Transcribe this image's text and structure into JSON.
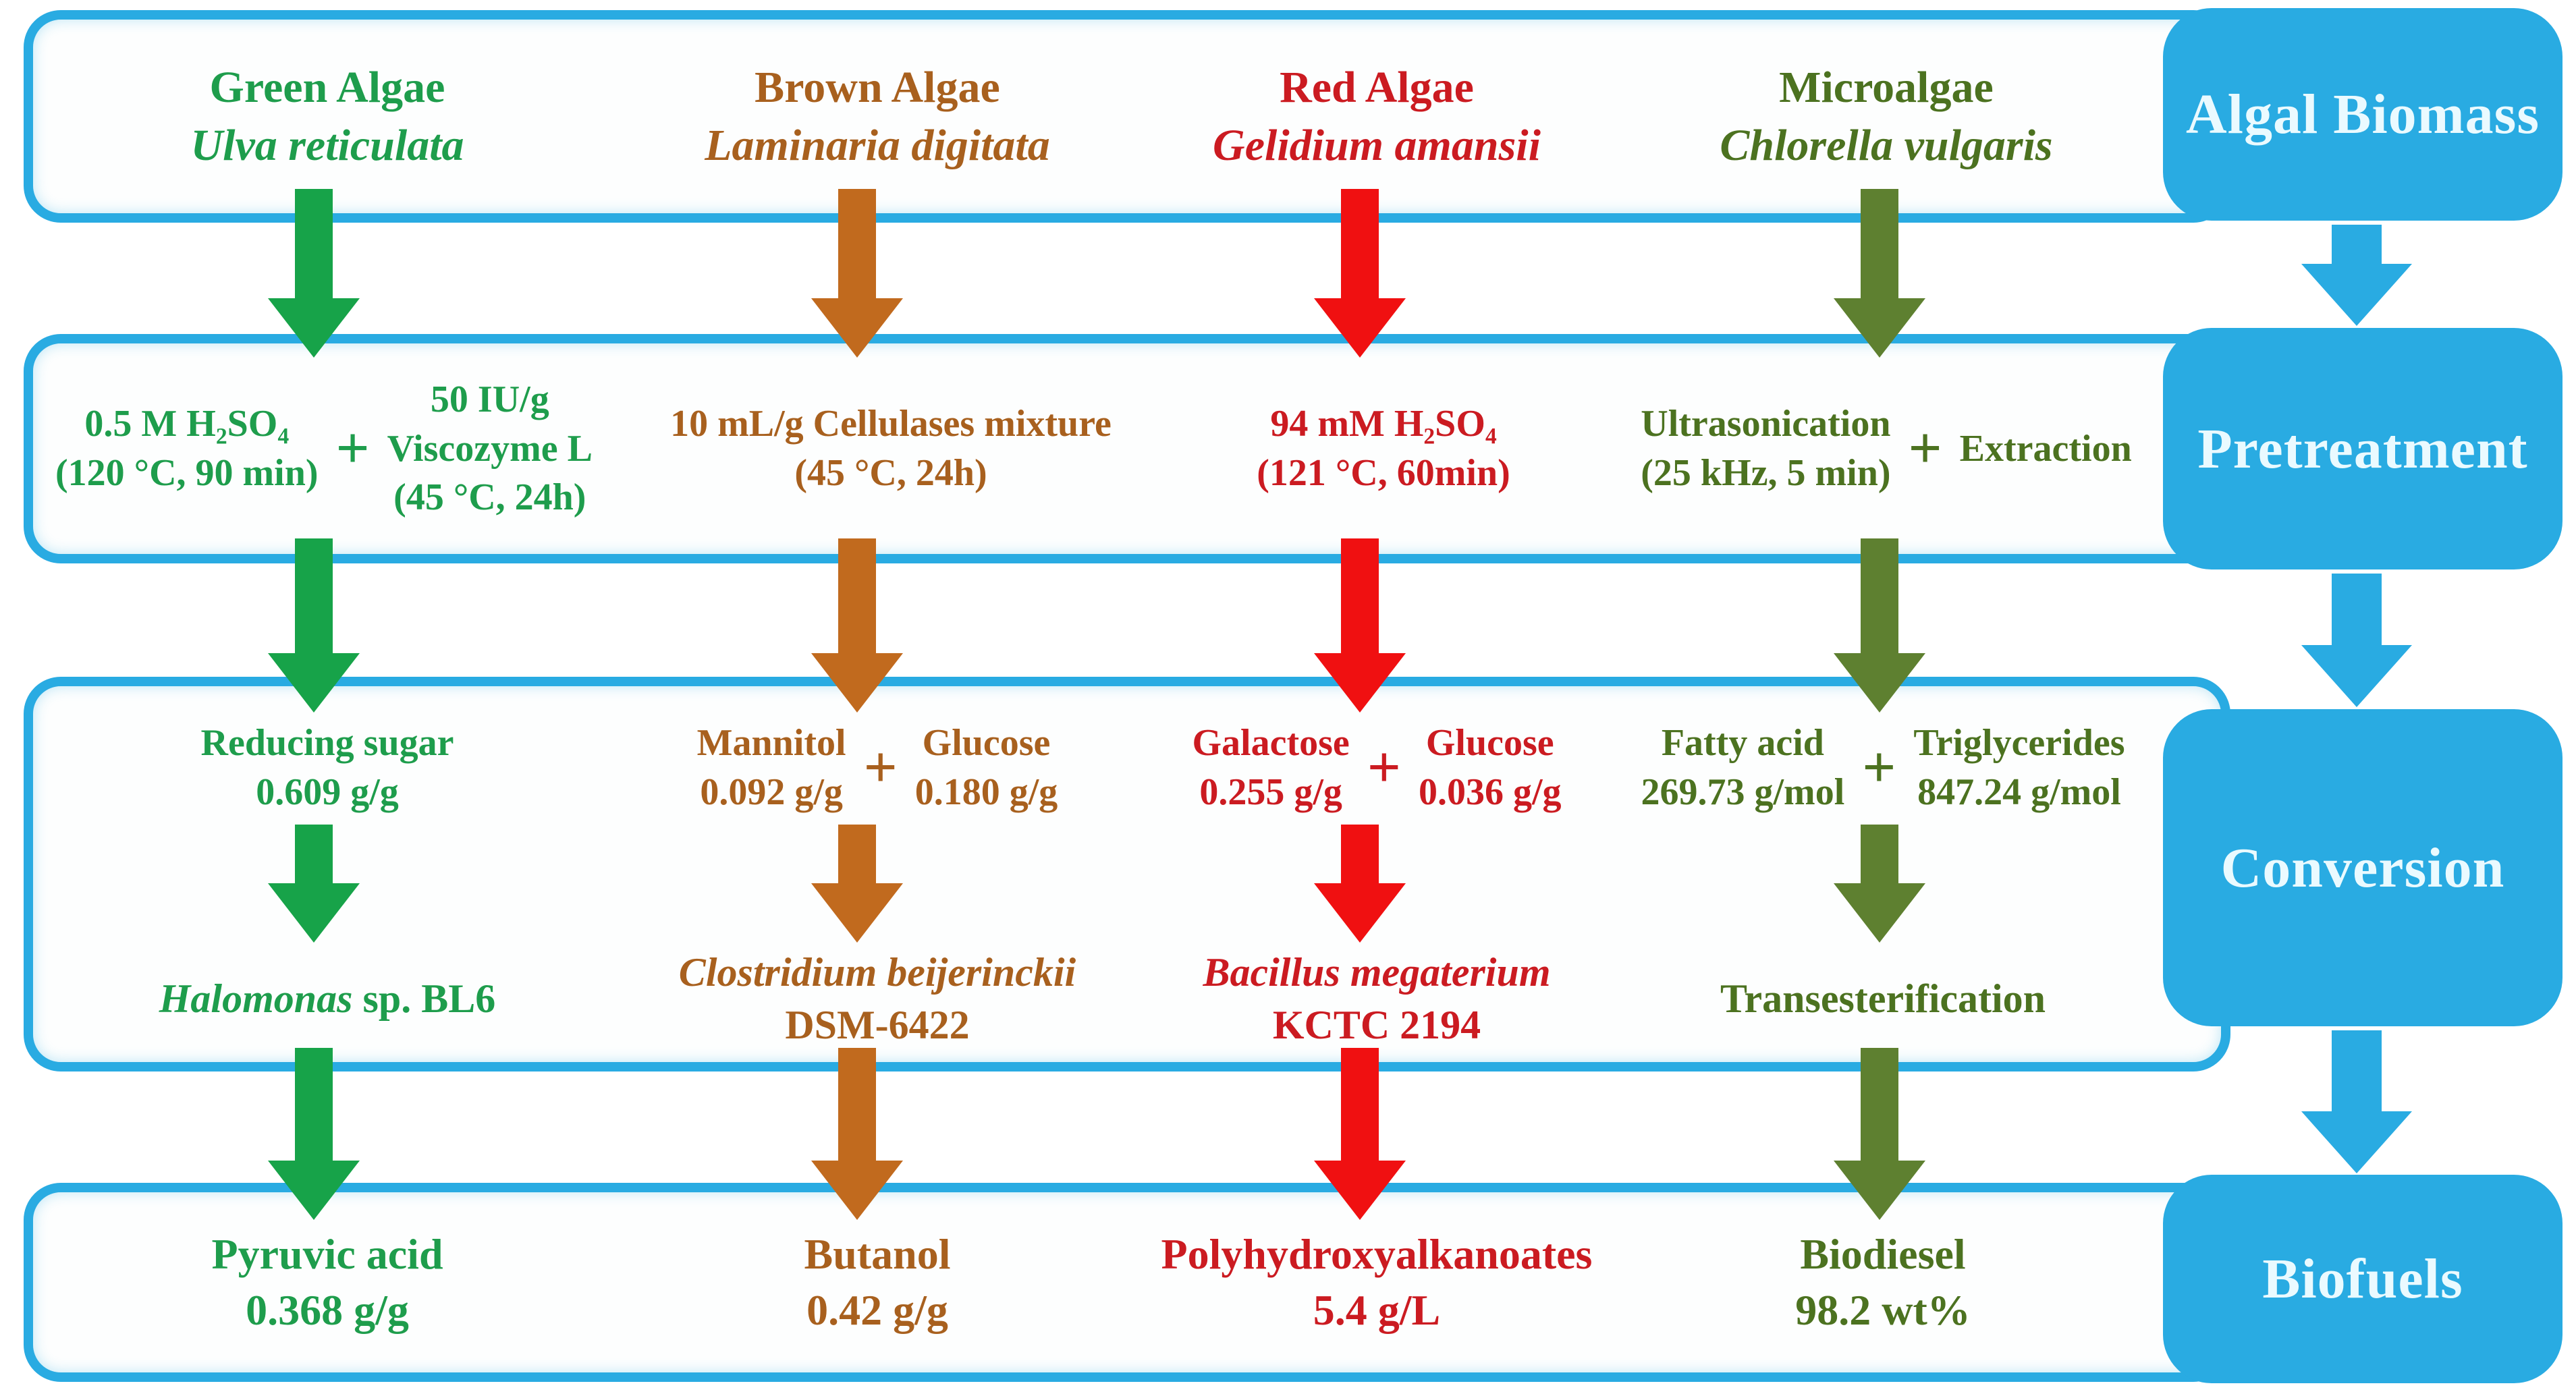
{
  "palette": {
    "stage_blue": "#29abe2",
    "stage_label_text": "#eafaff",
    "green_text": "#1e9d4c",
    "green_arrow": "#17a349",
    "brown_text": "#a8601e",
    "brown_arrow": "#c16a1e",
    "red_text": "#cb1b21",
    "red_arrow": "#f01011",
    "olive_text": "#4c7220",
    "olive_arrow": "#5e8030"
  },
  "stages": {
    "biomass": "Algal Biomass",
    "pretreatment": "Pretreatment",
    "conversion": "Conversion",
    "biofuels": "Biofuels"
  },
  "columns": [
    {
      "id": "green-algae",
      "header": "Green Algae",
      "species": "Ulva reticulata",
      "pretreatment": {
        "part1": [
          "0.5 M H₂SO₄",
          "(120 °C, 90 min)"
        ],
        "plus": "+",
        "part2": [
          "50 IU/g",
          "Viscozyme L",
          "(45 °C, 24h)"
        ]
      },
      "intermediates": {
        "part1": [
          "Reducing sugar",
          "0.609 g/g"
        ]
      },
      "agent": {
        "italic": "Halomonas",
        "rest": " sp. BL6"
      },
      "product": [
        "Pyruvic acid",
        "0.368 g/g"
      ]
    },
    {
      "id": "brown-algae",
      "header": "Brown Algae",
      "species": "Laminaria digitata",
      "pretreatment": {
        "part1": [
          "10 mL/g Cellulases mixture",
          "(45 °C, 24h)"
        ]
      },
      "intermediates": {
        "part1": [
          "Mannitol",
          "0.092 g/g"
        ],
        "plus": "+",
        "part2": [
          "Glucose",
          "0.180 g/g"
        ]
      },
      "agent": {
        "italic": "Clostridium beijerinckii",
        "line2": "DSM-6422"
      },
      "product": [
        "Butanol",
        "0.42 g/g"
      ]
    },
    {
      "id": "red-algae",
      "header": "Red Algae",
      "species": "Gelidium amansii",
      "pretreatment": {
        "part1": [
          "94 mM H₂SO₄",
          "(121 °C, 60min)"
        ]
      },
      "intermediates": {
        "part1": [
          "Galactose",
          "0.255 g/g"
        ],
        "plus": "+",
        "part2": [
          "Glucose",
          "0.036 g/g"
        ]
      },
      "agent": {
        "italic": "Bacillus megaterium",
        "line2": "KCTC 2194"
      },
      "product": [
        "Polyhydroxyalkanoates",
        "5.4 g/L"
      ]
    },
    {
      "id": "microalgae",
      "header": "Microalgae",
      "species": "Chlorella vulgaris",
      "pretreatment": {
        "part1": [
          "Ultrasonication",
          "(25 kHz, 5 min)"
        ],
        "plus": "+",
        "part2": [
          "Extraction"
        ]
      },
      "intermediates": {
        "part1": [
          "Fatty acid",
          "269.73 g/mol"
        ],
        "plus": "+",
        "part2": [
          "Triglycerides",
          "847.24 g/mol"
        ]
      },
      "agent": {
        "single": "Transesterification"
      },
      "product": [
        "Biodiesel",
        "98.2 wt%"
      ]
    }
  ]
}
